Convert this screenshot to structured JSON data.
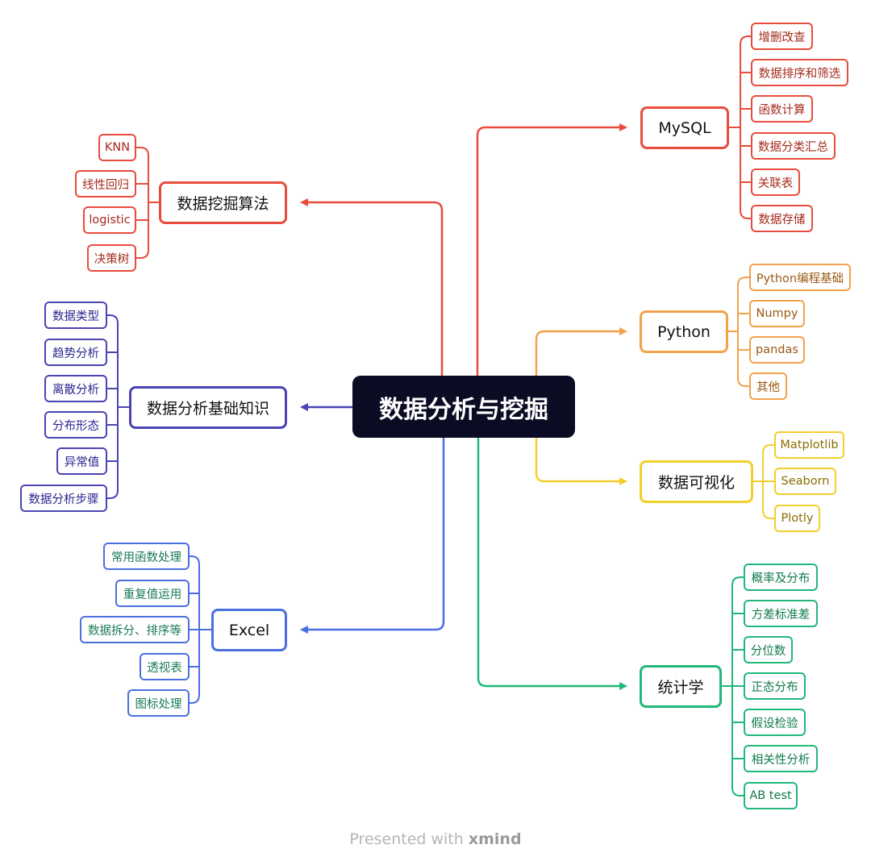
{
  "central": "数据分析与挖掘",
  "colors": {
    "mysql": "#e84c3d",
    "python": "#f2a24a",
    "viz": "#f2cf2c",
    "stats": "#21b77a",
    "mining": "#e84c3d",
    "basics": "#4a44b5",
    "excel": "#4a6fe0"
  },
  "branches": {
    "mysql": {
      "title": "MySQL",
      "items": [
        "增删改查",
        "数据排序和筛选",
        "函数计算",
        "数据分类汇总",
        "关联表",
        "数据存储"
      ]
    },
    "python": {
      "title": "Python",
      "items": [
        "Python编程基础",
        "Numpy",
        "pandas",
        "其他"
      ]
    },
    "viz": {
      "title": "数据可视化",
      "items": [
        "Matplotlib",
        "Seaborn",
        "Plotly"
      ]
    },
    "stats": {
      "title": "统计学",
      "items": [
        "概率及分布",
        "方差标准差",
        "分位数",
        "正态分布",
        "假设检验",
        "相关性分析",
        "AB test"
      ]
    },
    "mining": {
      "title": "数据挖掘算法",
      "items": [
        "KNN",
        "线性回归",
        "logistic",
        "决策树"
      ]
    },
    "basics": {
      "title": "数据分析基础知识",
      "items": [
        "数据类型",
        "趋势分析",
        "离散分析",
        "分布形态",
        "异常值",
        "数据分析步骤"
      ]
    },
    "excel": {
      "title": "Excel",
      "items": [
        "常用函数处理",
        "重复值运用",
        "数据拆分、排序等",
        "透视表",
        "图标处理"
      ]
    }
  },
  "footer": {
    "prefix": "Presented with",
    "brand": "xmind"
  }
}
